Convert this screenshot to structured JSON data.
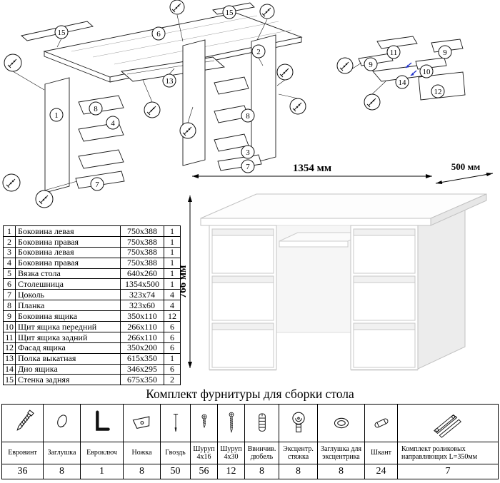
{
  "assembly": {
    "callouts": [
      "15",
      "6",
      "15",
      "2",
      "13",
      "1",
      "8",
      "4",
      "8",
      "3",
      "7",
      "7"
    ],
    "drawer_callouts": [
      "11",
      "9",
      "9",
      "10",
      "14",
      "12"
    ]
  },
  "dimensions": {
    "width": "1354 мм",
    "depth": "500 мм",
    "height": "766 мм"
  },
  "parts": {
    "rows": [
      {
        "num": "1",
        "name": "Боковина левая",
        "size": "750x388",
        "qty": "1"
      },
      {
        "num": "2",
        "name": "Боковина правая",
        "size": "750x388",
        "qty": "1"
      },
      {
        "num": "3",
        "name": "Боковина левая",
        "size": "750x388",
        "qty": "1"
      },
      {
        "num": "4",
        "name": "Боковина правая",
        "size": "750x388",
        "qty": "1"
      },
      {
        "num": "5",
        "name": "Вязка стола",
        "size": "640x260",
        "qty": "1"
      },
      {
        "num": "6",
        "name": "Столешница",
        "size": "1354x500",
        "qty": "1"
      },
      {
        "num": "7",
        "name": "Цоколь",
        "size": "323x74",
        "qty": "4"
      },
      {
        "num": "8",
        "name": "Планка",
        "size": "323x60",
        "qty": "4"
      },
      {
        "num": "9",
        "name": "Боковина ящика",
        "size": "350x110",
        "qty": "12"
      },
      {
        "num": "10",
        "name": "Щит ящика передний",
        "size": "266x110",
        "qty": "6"
      },
      {
        "num": "11",
        "name": "Щит ящика задний",
        "size": "266x110",
        "qty": "6"
      },
      {
        "num": "12",
        "name": "Фасад ящика",
        "size": "350x200",
        "qty": "6"
      },
      {
        "num": "13",
        "name": "Полка выкатная",
        "size": "615x350",
        "qty": "1"
      },
      {
        "num": "14",
        "name": "Дно ящика",
        "size": "346x295",
        "qty": "6"
      },
      {
        "num": "15",
        "name": "Стенка задняя",
        "size": "675x350",
        "qty": "2"
      }
    ]
  },
  "hardware": {
    "title": "Комплект фурнитуры для сборки стола",
    "items": [
      {
        "name": "Евровинт",
        "qty": "36",
        "icon": "euro-screw-icon"
      },
      {
        "name": "Заглушка",
        "qty": "8",
        "icon": "plug-icon"
      },
      {
        "name": "Евроключ",
        "qty": "1",
        "icon": "hex-key-icon"
      },
      {
        "name": "Ножка",
        "qty": "8",
        "icon": "leg-icon"
      },
      {
        "name": "Гвоздь",
        "qty": "50",
        "icon": "nail-icon"
      },
      {
        "name": "Шуруп 4х16",
        "qty": "56",
        "icon": "screw-4x16-icon"
      },
      {
        "name": "Шуруп 4х30",
        "qty": "12",
        "icon": "screw-4x30-icon"
      },
      {
        "name": "Ввинчив. дюбель",
        "qty": "8",
        "icon": "screw-in-dowel-icon"
      },
      {
        "name": "Эксцентр. стяжка",
        "qty": "8",
        "icon": "cam-lock-icon"
      },
      {
        "name": "Заглушка для эксцентрика",
        "qty": "8",
        "icon": "cam-cover-icon"
      },
      {
        "name": "Шкант",
        "qty": "24",
        "icon": "wooden-dowel-icon"
      },
      {
        "name": "Комплект роликовых направляющих L=350мм",
        "qty": "7",
        "icon": "roller-guides-icon"
      }
    ]
  }
}
